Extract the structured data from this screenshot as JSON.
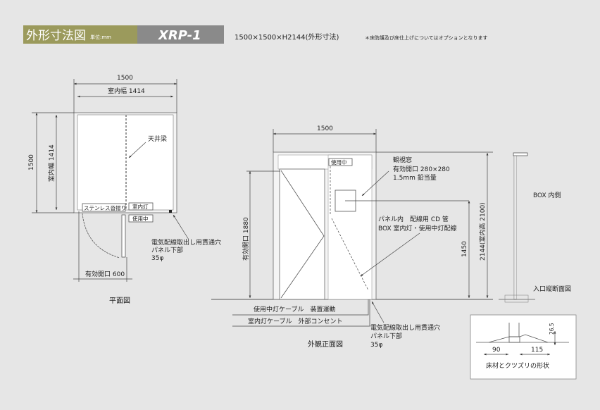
{
  "header": {
    "title": "外形寸法図",
    "unit": "単位:mm",
    "model": "XRP-1",
    "size": "1500×1500×H2144(外形寸法)",
    "note": "＊床防護及び床仕上げについてはオプションとなります",
    "title_color": "#9b9a5c",
    "model_bg": "#8a8a8a"
  },
  "plan": {
    "dim_width": "1500",
    "dim_inner_width": "室内幅 1414",
    "dim_depth": "1500",
    "dim_inner_depth": "室内幅 1414",
    "beam": "天井梁",
    "threshold": "ステンレス沓摺り",
    "room_light": "室内灯",
    "in_use": "使用中",
    "hole_line1": "電気配線取出し用貫通穴",
    "hole_line2": "パネル下部",
    "hole_line3": "35φ",
    "opening": "有効開口 600",
    "caption": "平面図"
  },
  "front": {
    "dim_width": "1500",
    "in_use": "使用中",
    "window_line1": "観視窓",
    "window_line2": "有効開口 280×280",
    "window_line3": "1.5mm 鉛当量",
    "conduit_line1": "パネル内　配線用 CD 管",
    "conduit_line2": "BOX 室内灯・使用中灯配線",
    "opening_height": "有効開口 1880",
    "dim_1450": "1450",
    "dim_total": "2144(室内高 2100)",
    "cable1": "使用中灯ケーブル　装置運動",
    "cable2": "室内灯ケーブル　外部コンセント",
    "hole_line1": "電気配線取出し用貫通穴",
    "hole_line2": "パネル下部",
    "hole_line3": "35φ",
    "caption": "外観正面図"
  },
  "section": {
    "box_inside": "BOX 内側",
    "caption": "入口縦断面図"
  },
  "detail": {
    "dim_90": "90",
    "dim_115": "115",
    "dim_265": "26.5",
    "caption": "床材とクツズリの形状"
  }
}
